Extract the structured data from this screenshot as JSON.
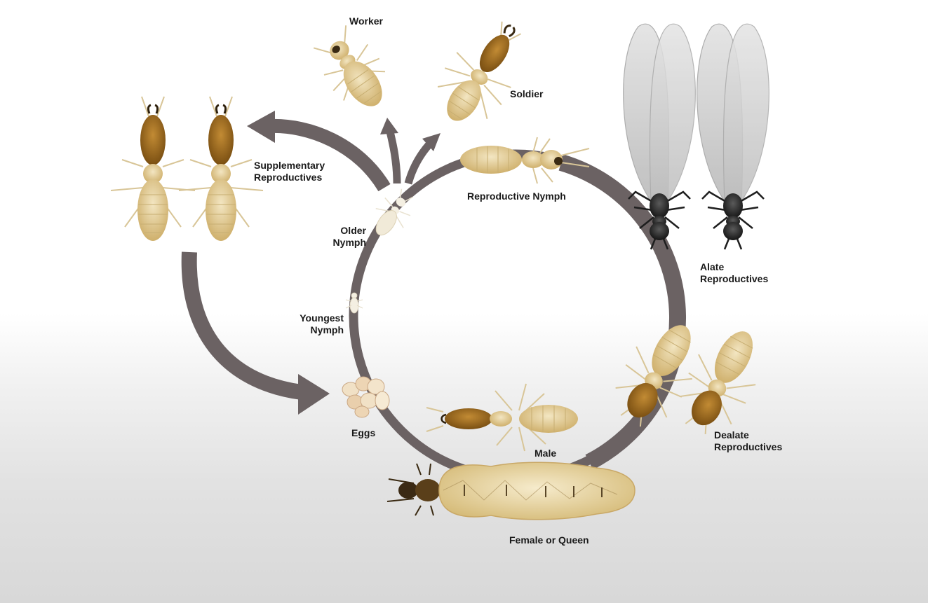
{
  "labels": {
    "worker": "Worker",
    "soldier": "Soldier",
    "supplementary": [
      "Supplementary",
      "Reproductives"
    ],
    "reproductive_nymph": "Reproductive Nymph",
    "older_nymph": [
      "Older",
      "Nymph"
    ],
    "youngest_nymph": [
      "Youngest",
      "Nymph"
    ],
    "alate": [
      "Alate",
      "Reproductives"
    ],
    "dealate": [
      "Dealate",
      "Reproductives"
    ],
    "eggs": "Eggs",
    "male": "Male",
    "queen": "Female or Queen"
  },
  "colors": {
    "cycle_arrow": "#6b6263",
    "body_light": "#e8d7a8",
    "body_tan": "#d9bf80",
    "head_brown": "#9c6a1e",
    "alate_black": "#2a2a2a",
    "wing_gray": "#d6d6d6"
  }
}
